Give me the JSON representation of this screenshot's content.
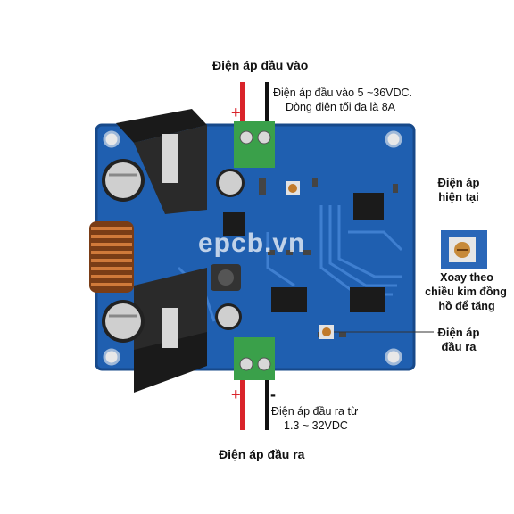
{
  "labels": {
    "input_title": "Điện áp đầu vào",
    "input_desc_line1": "Điện áp đầu vào 5 ~36VDC.",
    "input_desc_line2": "Dòng điện tối đa là 8A",
    "plus_top": "+",
    "minus_top": "-",
    "voltage_now_line1": "Điện áp",
    "voltage_now_line2": "hiện tại",
    "rotate_line1": "Xoay theo",
    "rotate_line2": "chiều kim đồng",
    "rotate_line3": "hồ để tăng",
    "output_voltage_line1": "Điện áp",
    "output_voltage_line2": "đầu ra",
    "plus_bottom": "+",
    "minus_bottom": "-",
    "output_desc_line1": "Điện áp đầu ra từ",
    "output_desc_line2": "1.3 ~ 32VDC",
    "output_title": "Điện áp đầu ra",
    "watermark": "epcb.vn"
  },
  "colors": {
    "pcb": "#1f5fb0",
    "pcb_dark": "#17498a",
    "trace": "#3f7fd0",
    "terminal": "#3aa04a",
    "wire_red": "#d9232a",
    "wire_black": "#111111",
    "heatsink": "#1a1a1a",
    "coil": "#b8652d"
  }
}
